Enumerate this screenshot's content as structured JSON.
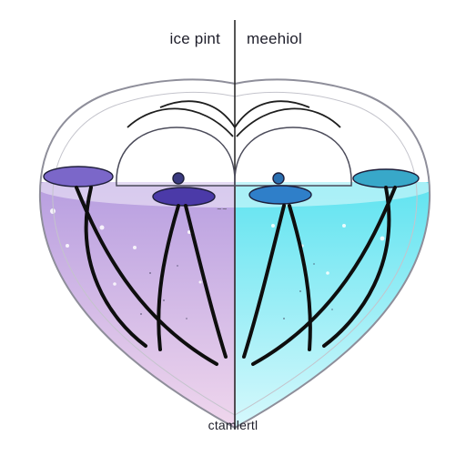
{
  "labels": {
    "left": "ice pint",
    "right": "meehiol",
    "bottom": "ctamlertl"
  },
  "colors": {
    "left_fill_top": "#b79ee0",
    "left_fill_bottom": "#f4dbee",
    "right_fill_top": "#5fe3f0",
    "right_fill_bottom": "#dffafd",
    "outline": "#111111",
    "glass_edge": "#8e8e9a"
  }
}
